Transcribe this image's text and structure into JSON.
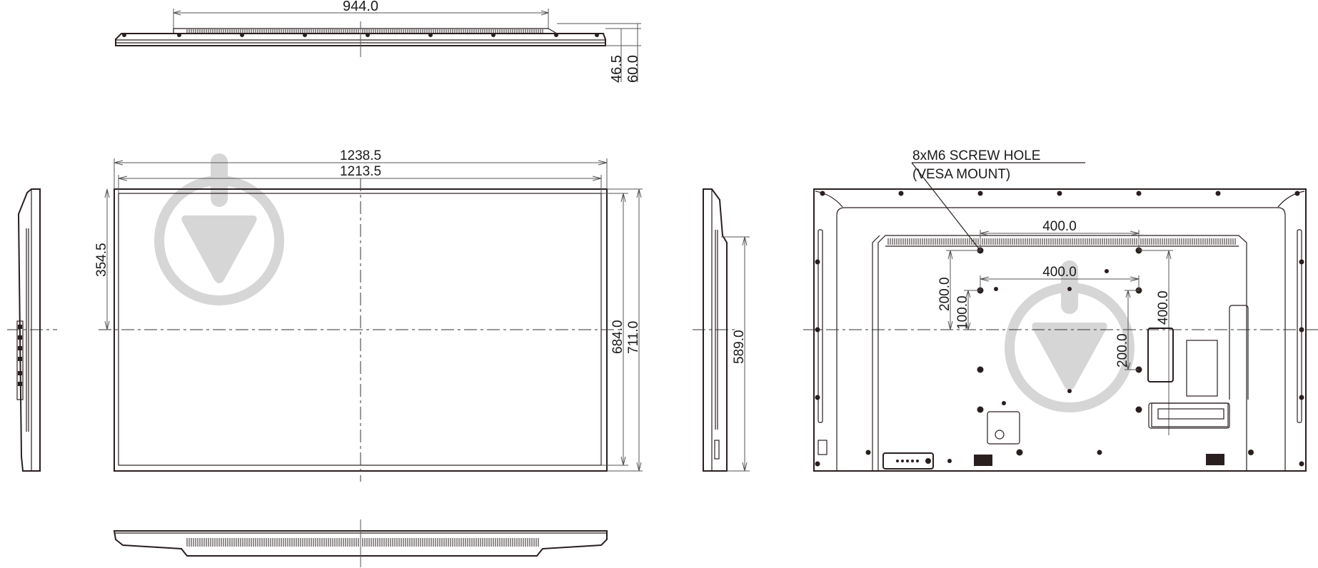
{
  "drawing": {
    "top_view": {
      "width_label": "944.0",
      "depth_inner_label": "46.5",
      "depth_outer_label": "60.0"
    },
    "front_view": {
      "outer_width_label": "1238.5",
      "inner_width_label": "1213.5",
      "offset_height_label": "354.5",
      "inner_height_label": "684.0",
      "outer_height_label": "711.0"
    },
    "right_side_view": {
      "height_label": "589.0"
    },
    "rear_view": {
      "callout_line1": "8xM6 SCREW HOLE",
      "callout_line2": "(VESA MOUNT)",
      "vesa_h_outer_label": "400.0",
      "vesa_h_inner_label": "400.0",
      "vesa_v_200_left_label": "200.0",
      "vesa_v_100_label": "100.0",
      "vesa_v_400_label": "400.0",
      "vesa_v_200_right_label": "200.0"
    },
    "watermark_icon": "download-arrow-circle-icon",
    "colors": {
      "line": "#2a1f1f",
      "dimension": "#555555",
      "watermark": "#d6d6d6",
      "background": "#ffffff"
    }
  }
}
